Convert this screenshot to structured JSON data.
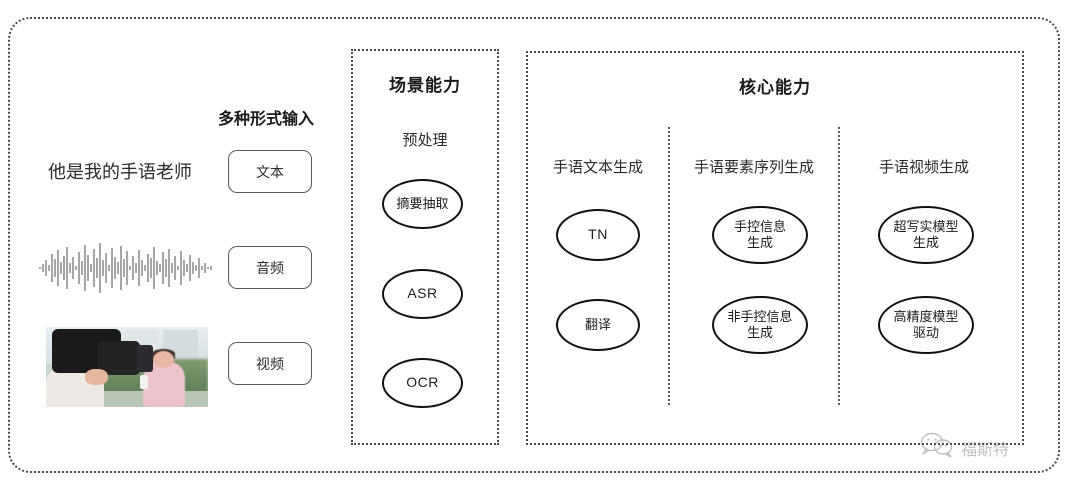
{
  "diagram": {
    "title_hidden": "",
    "input_section": {
      "heading": "多种形式输入",
      "sample_text": "他是我的手语老师",
      "waveform_label": "audio-waveform",
      "thumbnail_label": "video-thumbnail",
      "buttons": [
        {
          "id": "text",
          "label": "文本"
        },
        {
          "id": "audio",
          "label": "音频"
        },
        {
          "id": "video",
          "label": "视频"
        }
      ]
    },
    "scene_panel": {
      "title": "场景能力",
      "columns": [
        {
          "label": "预处理",
          "nodes": [
            {
              "label": "摘要抽取",
              "script": "cjk"
            },
            {
              "label": "ASR",
              "script": "latin"
            },
            {
              "label": "OCR",
              "script": "latin"
            }
          ]
        }
      ]
    },
    "core_panel": {
      "title": "核心能力",
      "columns": [
        {
          "label": "手语文本生成",
          "nodes": [
            {
              "label": "TN",
              "script": "latin"
            },
            {
              "label": "翻译",
              "script": "cjk"
            }
          ]
        },
        {
          "label": "手语要素序列生成",
          "nodes": [
            {
              "label": "手控信息\n生成",
              "script": "cjk"
            },
            {
              "label": "非手控信息\n生成",
              "script": "cjk"
            }
          ]
        },
        {
          "label": "手语视频生成",
          "nodes": [
            {
              "label": "超写实模型\n生成",
              "script": "cjk"
            },
            {
              "label": "高精度模型\n驱动",
              "script": "cjk"
            }
          ]
        }
      ]
    },
    "watermark": {
      "icon": "wechat-icon",
      "text": "福斯特"
    },
    "colors": {
      "border": "#4a4a4a",
      "node_stroke": "#111111",
      "text": "#2b2b2b",
      "background": "#ffffff"
    }
  }
}
